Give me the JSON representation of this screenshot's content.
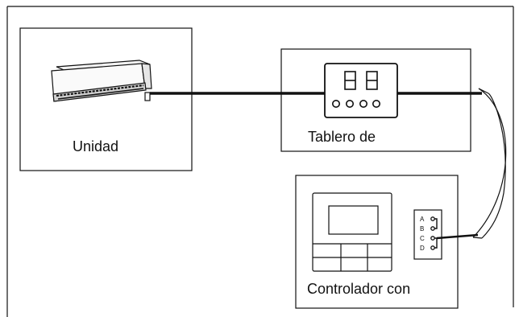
{
  "diagram": {
    "unit_label": "Unidad",
    "board_label": "Tablero de",
    "controller_label": "Controlador con",
    "terminals": [
      "A",
      "B",
      "C",
      "D"
    ]
  },
  "colors": {
    "line": "#111111",
    "background": "#ffffff"
  }
}
